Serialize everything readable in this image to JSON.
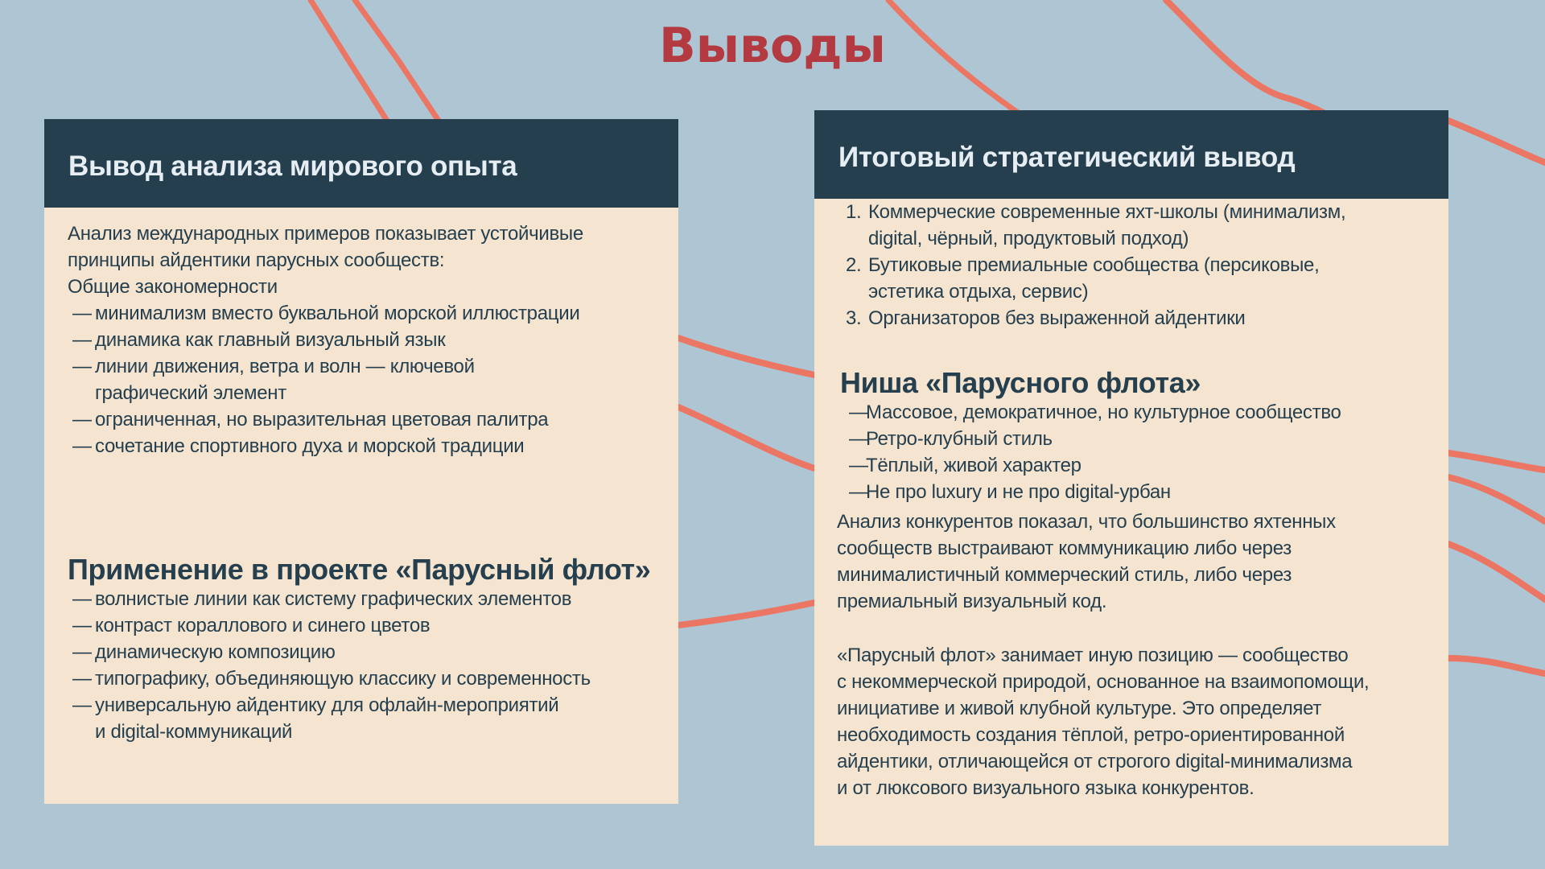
{
  "page": {
    "title": "Выводы"
  },
  "colors": {
    "background": "#aec6d4",
    "title": "#b33a40",
    "header_bg": "#253f4f",
    "card_bg": "#f5e4cf",
    "text": "#253f4f",
    "stroke": "#ea7663"
  },
  "left_card": {
    "header": "Вывод анализа мирового опыта",
    "intro_lines": [
      "Анализ международных примеров показывает устойчивые",
      "принципы айдентики парусных сообществ:",
      "Общие закономерности"
    ],
    "patterns": [
      {
        "lines": [
          "минимализм вместо буквальной морской иллюстрации"
        ]
      },
      {
        "lines": [
          "динамика как главный визуальный язык"
        ]
      },
      {
        "lines": [
          "линии движения, ветра и волн — ключевой",
          "графический элемент"
        ]
      },
      {
        "lines": [
          "ограниченная, но выразительная цветовая палитра"
        ]
      },
      {
        "lines": [
          "сочетание спортивного духа и морской традиции"
        ]
      }
    ],
    "application_heading": "Применение в проекте «Парусный флот»",
    "application": [
      {
        "lines": [
          "волнистые линии как систему графических элементов"
        ]
      },
      {
        "lines": [
          "контраст кораллового и синего цветов"
        ]
      },
      {
        "lines": [
          "динамическую композицию"
        ]
      },
      {
        "lines": [
          "типографику, объединяющую классику и современность"
        ]
      },
      {
        "lines": [
          "универсальную айдентику для офлайн-мероприятий",
          "и digital-коммуникаций"
        ]
      }
    ]
  },
  "right_card": {
    "header": "Итоговый стратегический вывод",
    "numbered": [
      {
        "num": "1.",
        "lines": [
          "Коммерческие современные яхт-школы (минимализм,",
          "digital, чёрный, продуктовый подход)"
        ]
      },
      {
        "num": "2.",
        "lines": [
          "Бутиковые премиальные сообщества (персиковые,",
          "эстетика отдыха, сервис)"
        ]
      },
      {
        "num": "3.",
        "lines": [
          "Организаторов без выраженной айдентики"
        ]
      }
    ],
    "niche_heading": "Ниша «Парусного флота»",
    "niche": [
      "Массовое, демократичное, но культурное сообщество",
      "Ретро-клубный стиль",
      "Тёплый, живой характер",
      "Не про luxury и не про digital-урбан"
    ],
    "paragraph1": [
      "Анализ конкурентов показал, что большинство яхтенных",
      "сообществ выстраивают коммуникацию либо через",
      "минималистичный коммерческий стиль, либо через",
      "премиальный визуальный код."
    ],
    "paragraph2": [
      "«Парусный флот» занимает иную позицию — сообщество",
      "с некоммерческой природой, основанное на взаимопомощи,",
      "инициативе и живой клубной культуре. Это определяет",
      "необходимость создания тёплой, ретро-ориентированной",
      "айдентики, отличающейся от строгого digital-минимализма",
      "и от люксового визуального языка конкурентов."
    ]
  },
  "symbols": {
    "dash": "—"
  }
}
